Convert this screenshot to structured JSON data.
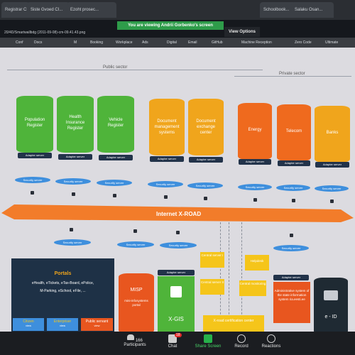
{
  "browser": {
    "tabs": [
      "Registrar CI...",
      "Siste Gvoed CI...",
      "Ezoht prosec...",
      "You are viewing Andrii Gorbenko's screen",
      "",
      "Schoolbook...",
      "Salaku Osan..."
    ],
    "notice": "You are viewing Andrii Gorbenko's screen",
    "view_options": "View Options",
    "address": "20/4D/Smartwallbdg (2011-09-08)-cm-09.41.43.png",
    "bookmarks": [
      "Conf",
      "Docs",
      "M",
      "Booking",
      "Workplace",
      "Ads",
      "Digital",
      "Email",
      "GitHub",
      "Machine Reception",
      "Zero Code",
      "Ultimate"
    ]
  },
  "diagram": {
    "public_sector": "Public sector",
    "private_sector": "Private sector",
    "registers": [
      {
        "label": "Population Register",
        "color": "#4fb43a"
      },
      {
        "label": "Health Insurance Register",
        "color": "#4fb43a"
      },
      {
        "label": "Vehicle Register",
        "color": "#4fb43a"
      },
      {
        "label": "Document management systems",
        "color": "#f0a51c"
      },
      {
        "label": "Document exchange center",
        "color": "#f0a51c"
      },
      {
        "label": "Energy",
        "color": "#ef6a1e"
      },
      {
        "label": "Telecom",
        "color": "#ef6a1e"
      },
      {
        "label": "Banks",
        "color": "#f0a51c"
      }
    ],
    "adapter_server": "Adapter server",
    "security_server": "Security server",
    "xroad": "Internet X-ROAD",
    "central_server_i": "Central server I",
    "central_server_ii": "Central server II",
    "helpdesk": "Helpdesk",
    "central_monitoring": "Central monitoring",
    "admin_system": "Administrative system of the state information system ria.eesti.ee",
    "xroad_cert": "X-road certification center",
    "portals": {
      "title": "Portals",
      "line1": "eHealth, eTickets, eTax-Board, ePolice,",
      "line2": "M-Parking, eSchool, eFile, ...",
      "citizen": "Citizen",
      "enterprise": "Enterpriser",
      "public_servant": "Public servant",
      "sub": "view"
    },
    "misp": "MISP",
    "misp_portal": "mini-infosystems portal",
    "xgis": "X-GIS",
    "eid": "e - ID"
  },
  "zoom": {
    "participants_count": "166",
    "participants": "Participants",
    "chat": "Chat",
    "chat_badge": "18",
    "share": "Share Screen",
    "record": "Record",
    "reactions": "Reactions"
  }
}
